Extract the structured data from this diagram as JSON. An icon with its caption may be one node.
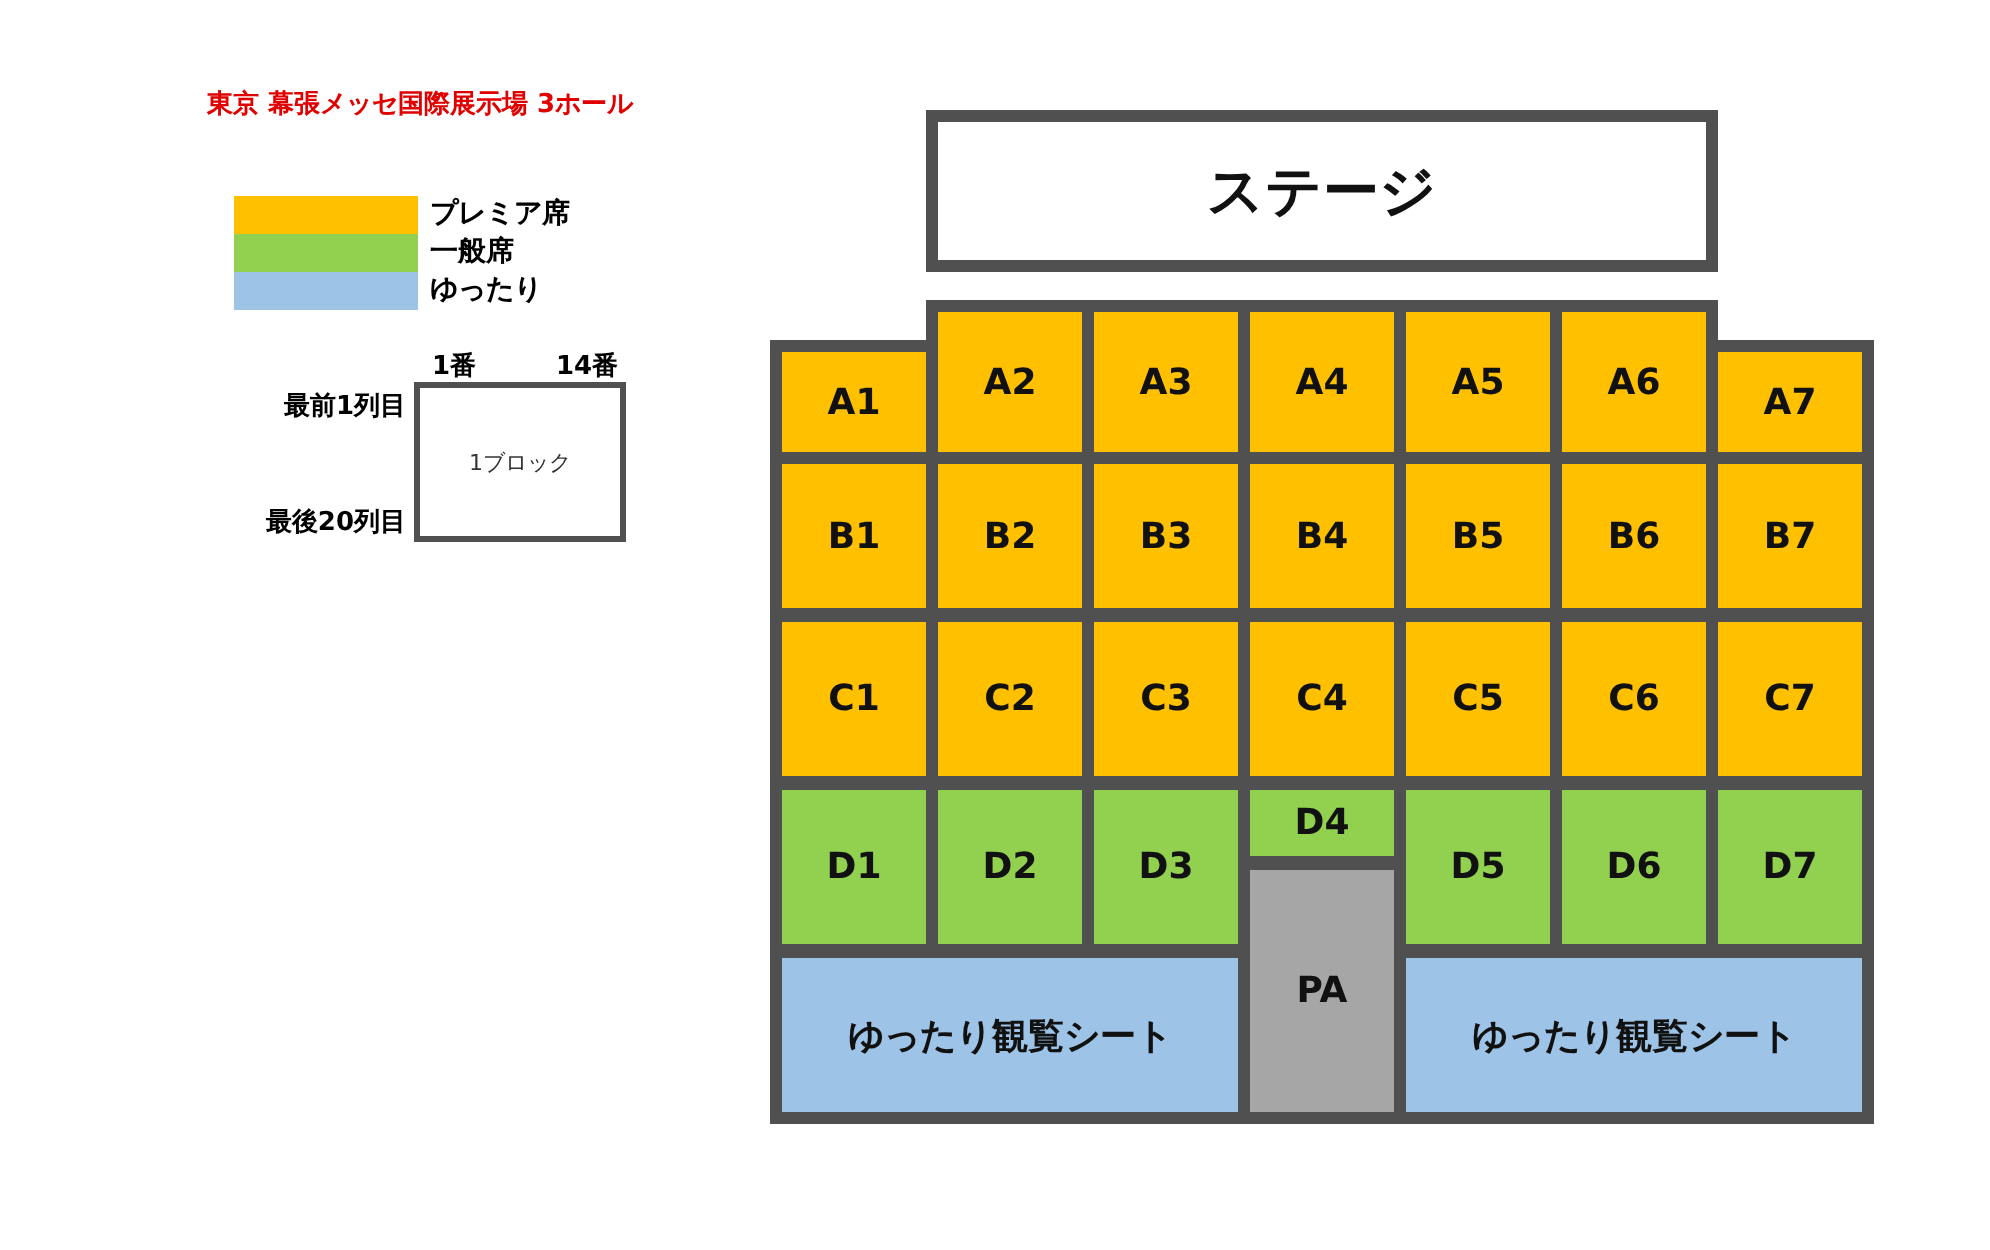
{
  "diagram": {
    "title": "東京 幕張メッセ国際展示場 3ホール",
    "nodes": [
      {
        "text": [
          "ステージ"
        ]
      },
      {
        "text": [
          "A1"
        ]
      },
      {
        "text": [
          "A2"
        ]
      },
      {
        "text": [
          "A3"
        ]
      },
      {
        "text": [
          "A4"
        ]
      },
      {
        "text": [
          "A5"
        ]
      },
      {
        "text": [
          "A6"
        ]
      },
      {
        "text": [
          "A7"
        ]
      },
      {
        "text": [
          "B1"
        ]
      },
      {
        "text": [
          "B2"
        ]
      },
      {
        "text": [
          "B3"
        ]
      },
      {
        "text": [
          "B4"
        ]
      },
      {
        "text": [
          "B5"
        ]
      },
      {
        "text": [
          "B6"
        ]
      },
      {
        "text": [
          "B7"
        ]
      },
      {
        "text": [
          "C1"
        ]
      },
      {
        "text": [
          "C2"
        ]
      },
      {
        "text": [
          "C3"
        ]
      },
      {
        "text": [
          "C4"
        ]
      },
      {
        "text": [
          "C5"
        ]
      },
      {
        "text": [
          "C6"
        ]
      },
      {
        "text": [
          "C7"
        ]
      },
      {
        "text": [
          "D1"
        ]
      },
      {
        "text": [
          "D2"
        ]
      },
      {
        "text": [
          "D3"
        ]
      },
      {
        "text": [
          "D4"
        ]
      },
      {
        "text": [
          "D5"
        ]
      },
      {
        "text": [
          "D6"
        ]
      },
      {
        "text": [
          "D7"
        ]
      },
      {
        "text": [
          "PA"
        ]
      },
      {
        "text": [
          "ゆったり観覧シート"
        ]
      },
      {
        "text": [
          "ゆったり観覧シート"
        ]
      },
      {
        "text": [
          "1ブロック"
        ],
        "beside": [
          "1番",
          "14番",
          "最前1列目",
          "最後20列目"
        ]
      }
    ],
    "legend": [
      {
        "text": "プレミア席",
        "color": "#ffc000"
      },
      {
        "text": "一般席",
        "color": "#92d050"
      },
      {
        "text": "ゆったり",
        "color": "#9dc3e6"
      }
    ]
  }
}
